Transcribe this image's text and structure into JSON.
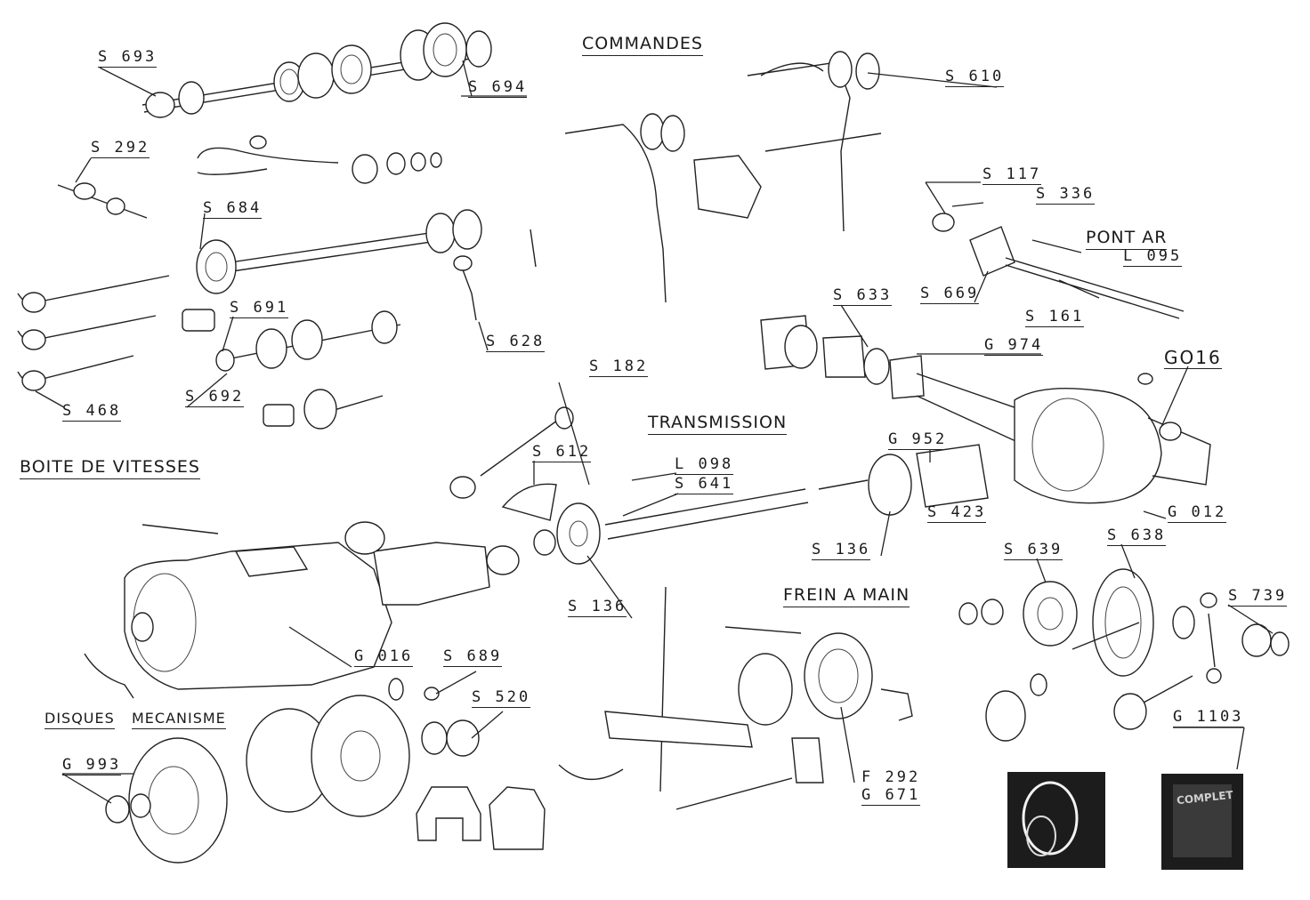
{
  "sections": {
    "commandes": "COMMANDES",
    "pont_ar": "PONT AR",
    "transmission": "TRANSMISSION",
    "boite_de_vitesses": "BOITE DE VITESSES",
    "frein_a_main": "FREIN A MAIN",
    "disques_mecanisme_1": "DISQUES",
    "disques_mecanisme_2": "MECANISME"
  },
  "labels": {
    "s693": "S 693",
    "s694": "S 694",
    "s292": "S 292",
    "s684": "S 684",
    "s691": "S 691",
    "s692": "S 692",
    "s468": "S 468",
    "s628": "S 628",
    "s610": "S 610",
    "s117": "S 117",
    "s336": "S 336",
    "l095": "L 095",
    "s669": "S 669",
    "s161": "S 161",
    "s633": "S 633",
    "g974": "G 974",
    "go16": "GO16",
    "s182": "S 182",
    "s612": "S 612",
    "l098": "L 098",
    "s641": "S 641",
    "g952": "G 952",
    "s423": "S 423",
    "g012": "G 012",
    "s136a": "S 136",
    "s136b": "S 136",
    "s639": "S 639",
    "s638": "S 638",
    "s739": "S 739",
    "g016": "G 016",
    "s689": "S 689",
    "s520": "S 520",
    "g993": "G 993",
    "f292": "F 292",
    "g671": "G 671",
    "g1103": "G 1103"
  },
  "photos": {
    "can_text": "COMPLET"
  }
}
